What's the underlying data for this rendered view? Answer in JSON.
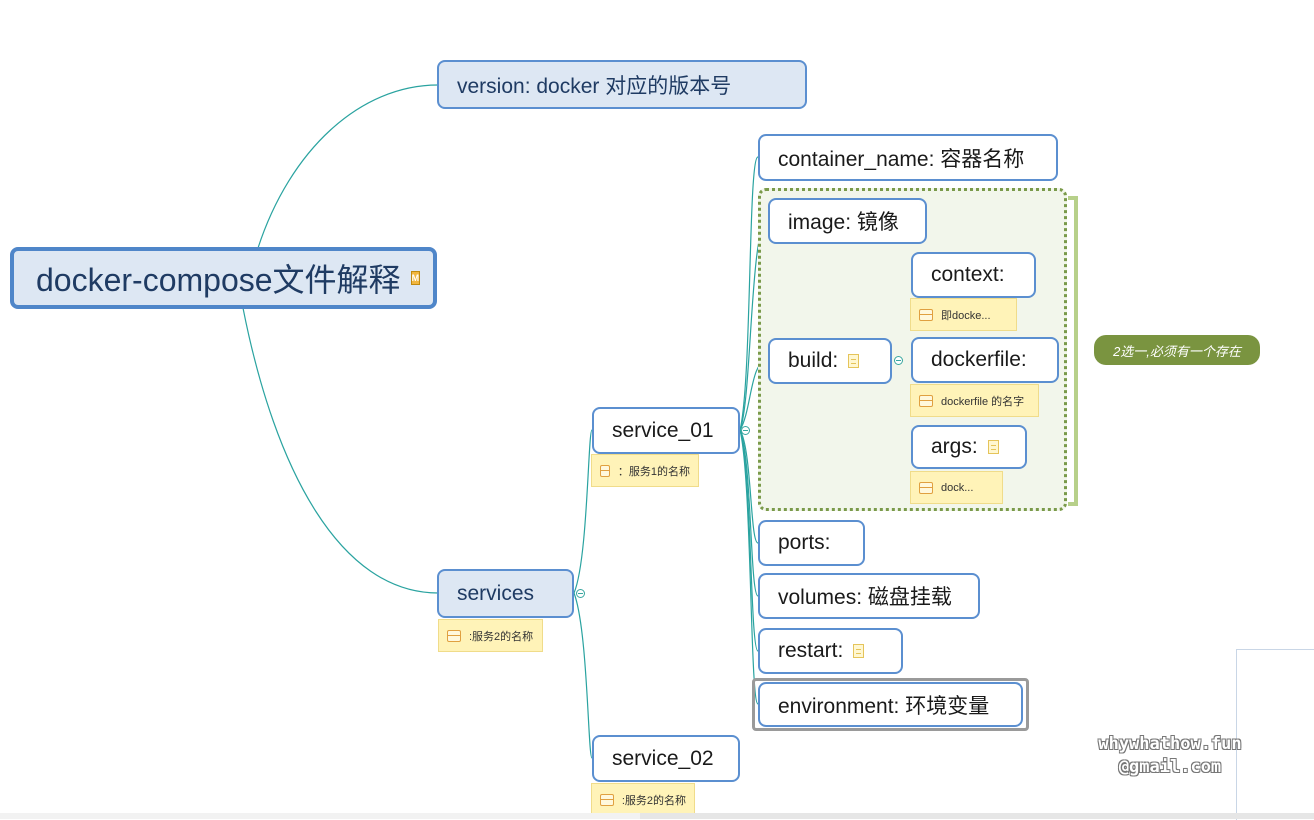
{
  "root": {
    "label": "docker-compose文件解释",
    "badge": "M"
  },
  "nodes": {
    "version": "version: docker 对应的版本号",
    "services": "services",
    "service_01": "service_01",
    "service_02": "service_02",
    "container_name": "container_name: 容器名称",
    "image": "image: 镜像",
    "build": "build:",
    "context": "context:",
    "dockerfile": "dockerfile:",
    "args": "args:",
    "ports": "ports:",
    "volumes": "volumes: 磁盘挂载",
    "restart": "restart:",
    "environment": "environment: 环境变量"
  },
  "memos": {
    "services": ":服务2的名称",
    "service_01": "：服务1的名称",
    "service_02": ":服务2的名称",
    "context": "即docke...",
    "dockerfile": "dockerfile 的名字",
    "args": "dock..."
  },
  "summary": "2选一,必须有一个存在",
  "watermark": {
    "line1": "whywhathow.fun",
    "line2": "@gmail.com"
  },
  "icons": [
    "marker-m-icon",
    "note-icon",
    "memo-icon",
    "collapse-toggle-icon"
  ],
  "colors": {
    "branch_line": "#2aa3a0",
    "node_border": "#5b8fd0",
    "root_fill": "#dde7f3",
    "boundary": "#7a9a4a",
    "summary_fill": "#7a9440",
    "memo_fill": "#fff3b8"
  }
}
